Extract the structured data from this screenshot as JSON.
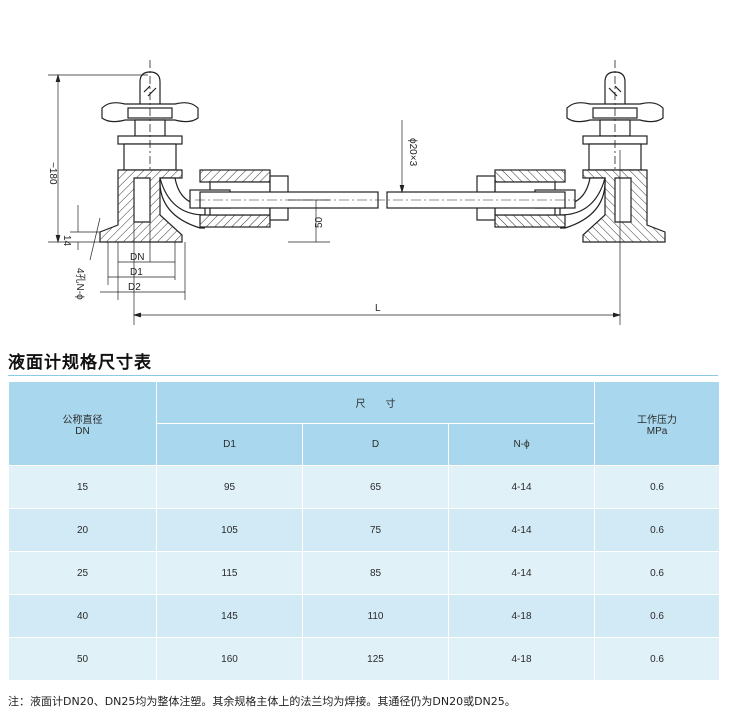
{
  "drawing": {
    "dim_labels": {
      "height": "~180",
      "flange": "14",
      "dn": "DN",
      "d1": "D1",
      "d2": "D2",
      "holes": "4孔N-ϕ",
      "pipe": "ϕ20×3",
      "offset": "50",
      "length": "L"
    }
  },
  "section_title": "液面计规格尺寸表",
  "table": {
    "col_dn": "公称直径",
    "col_dn_sub": "DN",
    "col_size": "尺　　寸",
    "col_d1": "D1",
    "col_d": "D",
    "col_n": "N-ϕ",
    "col_pressure": "工作压力",
    "col_pressure_unit": "MPa",
    "rows": [
      {
        "dn": "15",
        "d1": "95",
        "d": "65",
        "n": "4-14",
        "p": "0.6"
      },
      {
        "dn": "20",
        "d1": "105",
        "d": "75",
        "n": "4-14",
        "p": "0.6"
      },
      {
        "dn": "25",
        "d1": "115",
        "d": "85",
        "n": "4-14",
        "p": "0.6"
      },
      {
        "dn": "40",
        "d1": "145",
        "d": "110",
        "n": "4-18",
        "p": "0.6"
      },
      {
        "dn": "50",
        "d1": "160",
        "d": "125",
        "n": "4-18",
        "p": "0.6"
      }
    ]
  },
  "note": "注：液面计DN20、DN25均为整体注塑。其余规格主体上的法兰均为焊接。其通径仍为DN20或DN25。"
}
